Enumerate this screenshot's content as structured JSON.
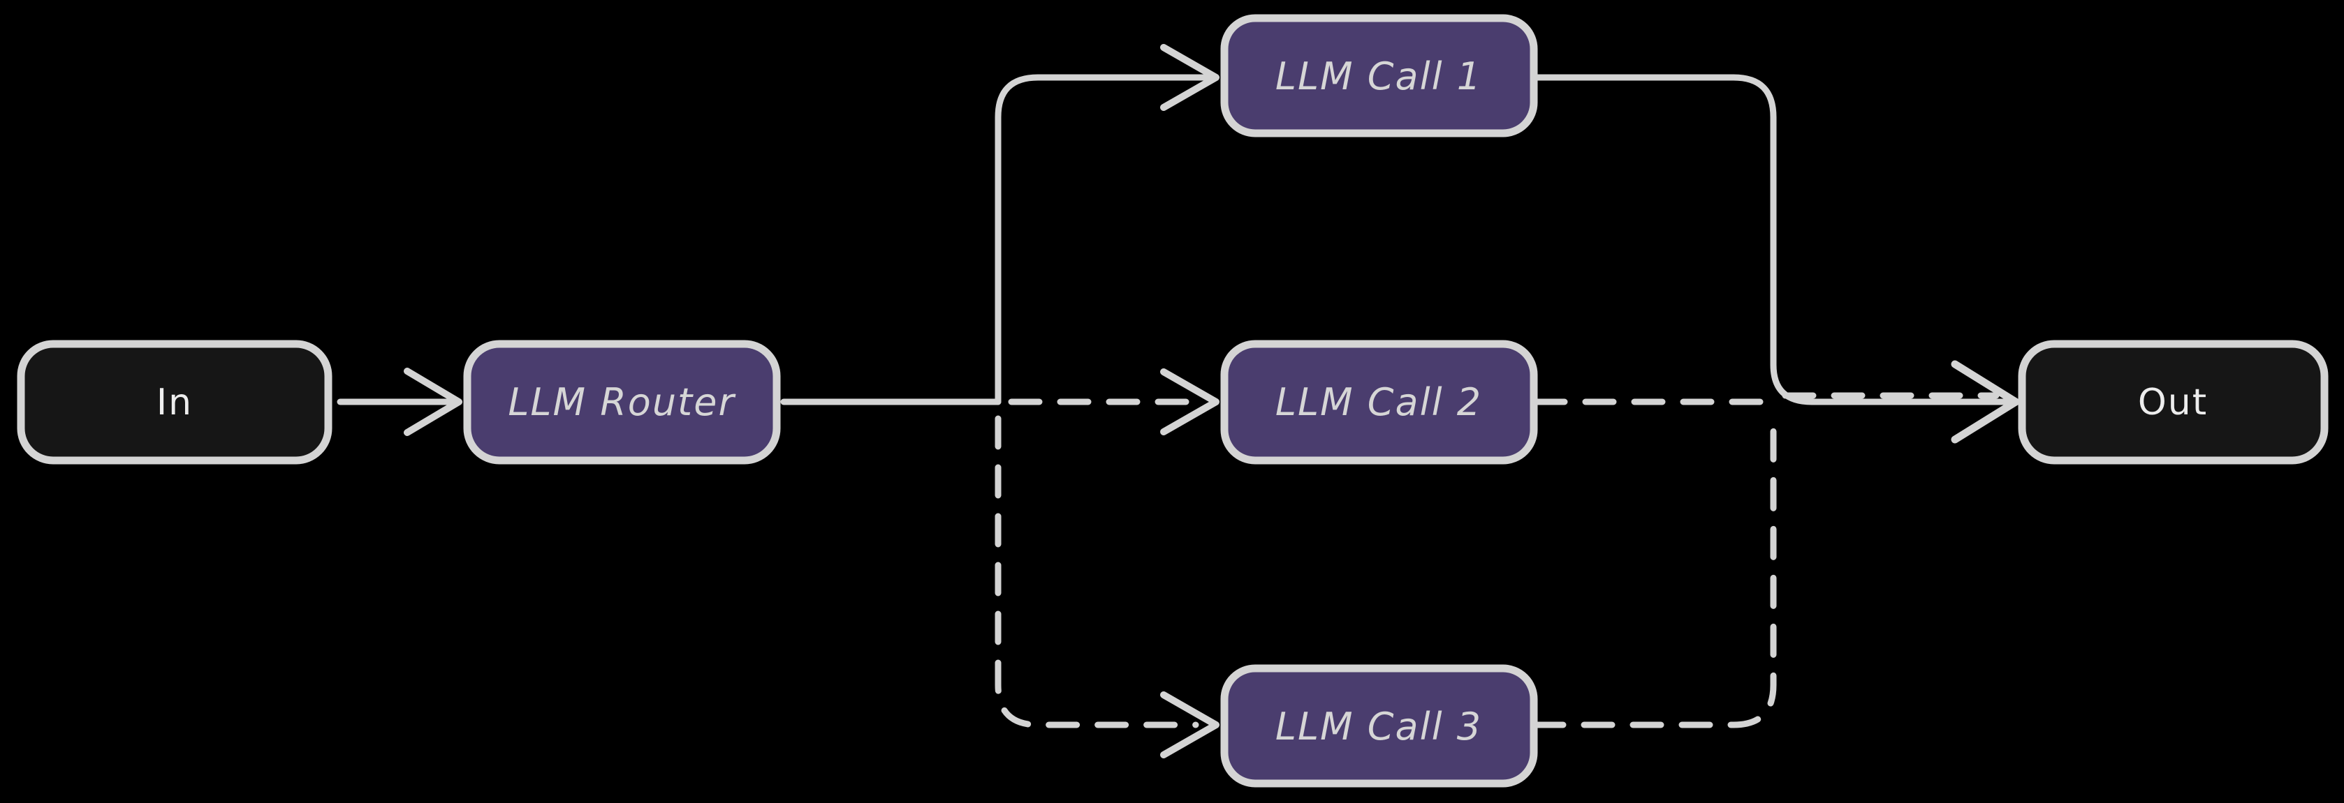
{
  "diagram": {
    "kind": "flowchart",
    "style": "hand-drawn"
  },
  "nodes": [
    {
      "id": "in",
      "label": "In",
      "variant": "dark"
    },
    {
      "id": "router",
      "label": "LLM Router",
      "variant": "purple"
    },
    {
      "id": "call1",
      "label": "LLM Call 1",
      "variant": "purple"
    },
    {
      "id": "call2",
      "label": "LLM Call 2",
      "variant": "purple"
    },
    {
      "id": "call3",
      "label": "LLM Call 3",
      "variant": "purple"
    },
    {
      "id": "out",
      "label": "Out",
      "variant": "dark"
    }
  ],
  "edges": [
    {
      "from": "In",
      "to": "LLM Router",
      "line": "solid"
    },
    {
      "from": "LLM Router",
      "to": "LLM Call 1",
      "line": "solid"
    },
    {
      "from": "LLM Router",
      "to": "LLM Call 2",
      "line": "dashed"
    },
    {
      "from": "LLM Router",
      "to": "LLM Call 3",
      "line": "dashed"
    },
    {
      "from": "LLM Call 1",
      "to": "Out",
      "line": "solid"
    },
    {
      "from": "LLM Call 2",
      "to": "Out",
      "line": "dashed"
    },
    {
      "from": "LLM Call 3",
      "to": "Out",
      "line": "dashed"
    }
  ],
  "colors": {
    "background": "#000000",
    "node_dark_fill": "#161616",
    "node_purple_fill": "#4a3d6e",
    "stroke": "#d4d4d4",
    "label_on_dark": "#ededed",
    "label_on_purple": "#d6d6d6"
  }
}
